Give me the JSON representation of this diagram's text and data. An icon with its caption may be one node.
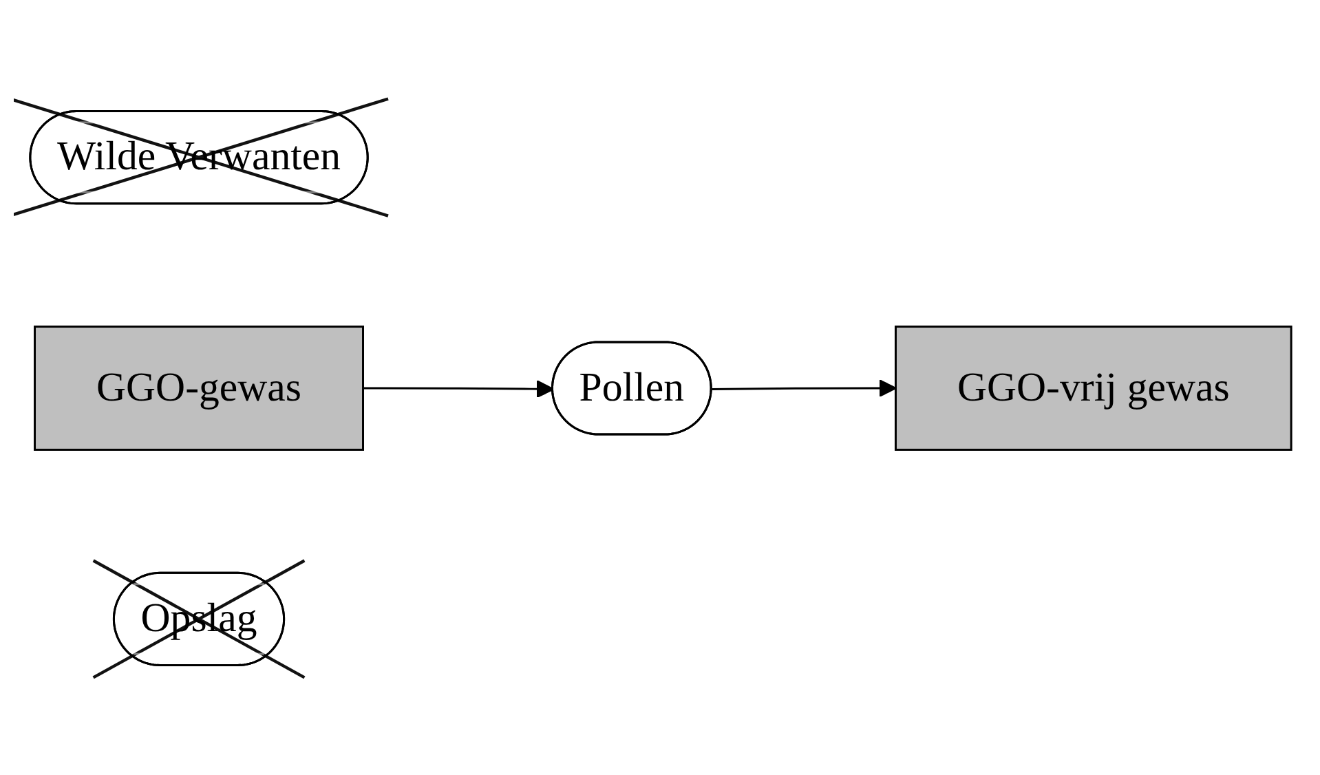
{
  "diagram": {
    "nodes": [
      {
        "text": [
          "Wilde Verwanten"
        ]
      },
      {
        "text": [
          "GGO-gewas"
        ]
      },
      {
        "text": [
          "Pollen"
        ]
      },
      {
        "text": [
          "GGO-vrij gewas"
        ]
      },
      {
        "text": [
          "Opslag"
        ]
      }
    ],
    "edges": [
      {
        "from": 1,
        "to": 2,
        "arrow": "to"
      },
      {
        "from": 2,
        "to": 3,
        "arrow": "to"
      }
    ]
  }
}
